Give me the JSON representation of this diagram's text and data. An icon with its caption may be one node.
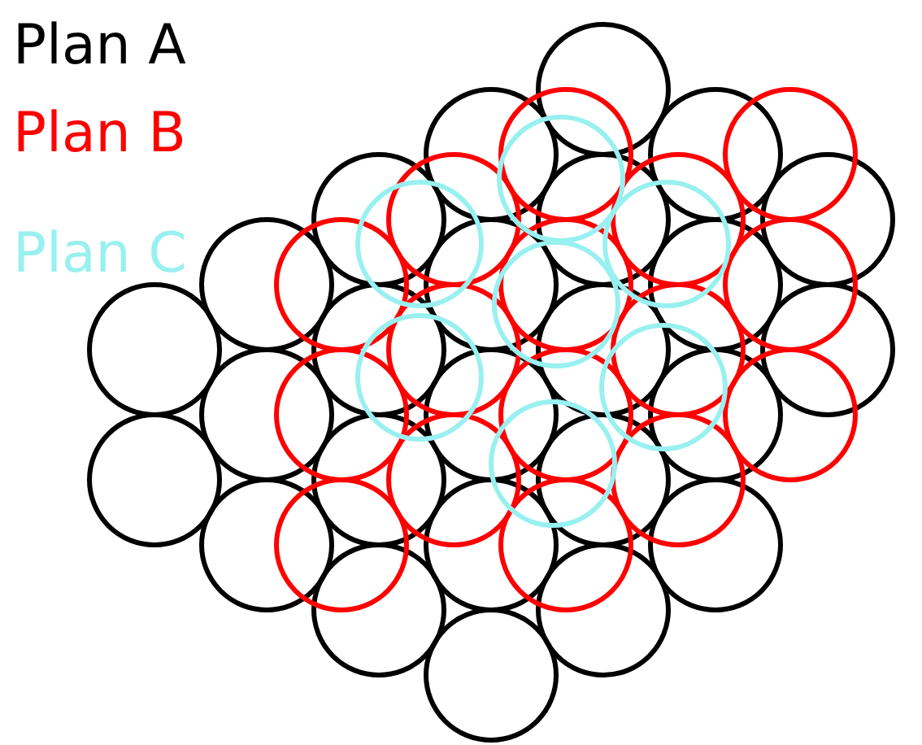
{
  "diagram": {
    "legend": [
      {
        "text": "Plan A",
        "color": "#000000"
      },
      {
        "text": "Plan B",
        "color": "#ff0000"
      },
      {
        "text": "Plan C",
        "color": "#99f0f0"
      }
    ]
  }
}
